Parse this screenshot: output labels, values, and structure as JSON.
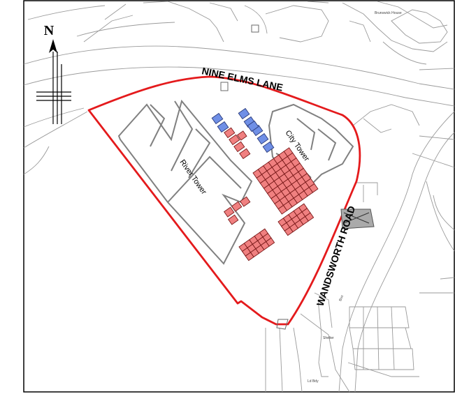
{
  "map": {
    "north_label": "N",
    "roads": {
      "nine_elms_lane": "NINE ELMS LANE",
      "wandsworth_road": "WANDSWORTH ROAD"
    },
    "buildings": {
      "city_tower": "City Tower",
      "river_tower": "River Tower",
      "brunswick_house": "Brunswick House",
      "bus_stop_1": "Bus",
      "bus_stop_2": "Shelter",
      "depot": "Ld Bdy"
    },
    "colors": {
      "site_boundary": "#e41a1c",
      "red_blocks": "#f08080",
      "blue_blocks": "#6f8fe6",
      "building_outline": "#808080",
      "background_lines": "#a0a0a0"
    }
  }
}
